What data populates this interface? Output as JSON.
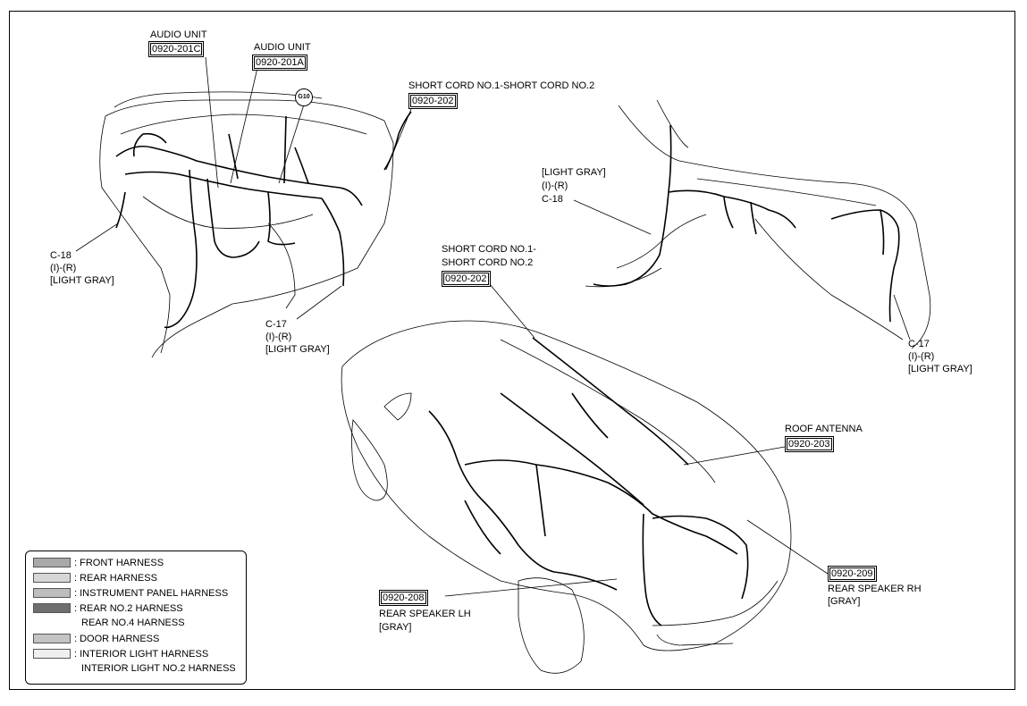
{
  "labels": {
    "audio_unit_c_title": "AUDIO UNIT",
    "audio_unit_c_code": "0920-201C",
    "audio_unit_a_title": "AUDIO UNIT",
    "audio_unit_a_code": "0920-201A",
    "g10": "G10",
    "short_cord_top_title": "SHORT CORD NO.1-SHORT CORD NO.2",
    "short_cord_top_code": "0920-202",
    "c18_left_1": "C-18",
    "c18_left_2": "(I)-(R)",
    "c18_left_3": "[LIGHT GRAY]",
    "c17_left_1": "C-17",
    "c17_left_2": "(I)-(R)",
    "c17_left_3": "[LIGHT GRAY]",
    "c18_right_1": "[LIGHT GRAY]",
    "c18_right_2": "(I)-(R)",
    "c18_right_3": "C-18",
    "c17_right_1": "C-17",
    "c17_right_2": "(I)-(R)",
    "c17_right_3": "[LIGHT GRAY]",
    "short_cord_mid_1": "SHORT CORD NO.1-",
    "short_cord_mid_2": "SHORT CORD NO.2",
    "short_cord_mid_code": "0920-202",
    "roof_antenna_title": "ROOF ANTENNA",
    "roof_antenna_code": "0920-203",
    "rear_lh_code": "0920-208",
    "rear_lh_1": "REAR SPEAKER LH",
    "rear_lh_2": "[GRAY]",
    "rear_rh_code": "0920-209",
    "rear_rh_1": "REAR SPEAKER RH",
    "rear_rh_2": "[GRAY]"
  },
  "legend": {
    "front": ": FRONT HARNESS",
    "rear": ": REAR HARNESS",
    "instrument": ": INSTRUMENT PANEL HARNESS",
    "rear_no2": ": REAR NO.2 HARNESS",
    "rear_no4": "REAR NO.4 HARNESS",
    "door": ": DOOR HARNESS",
    "interior": ": INTERIOR LIGHT HARNESS",
    "interior_no2": "INTERIOR LIGHT NO.2 HARNESS",
    "colors": {
      "front": "#a9a9a9",
      "rear": "#d6d6d6",
      "instrument": "#bdbdbd",
      "rear_no2": "#6e6e6e",
      "door": "#c4c4c4",
      "interior": "#efefef"
    }
  }
}
